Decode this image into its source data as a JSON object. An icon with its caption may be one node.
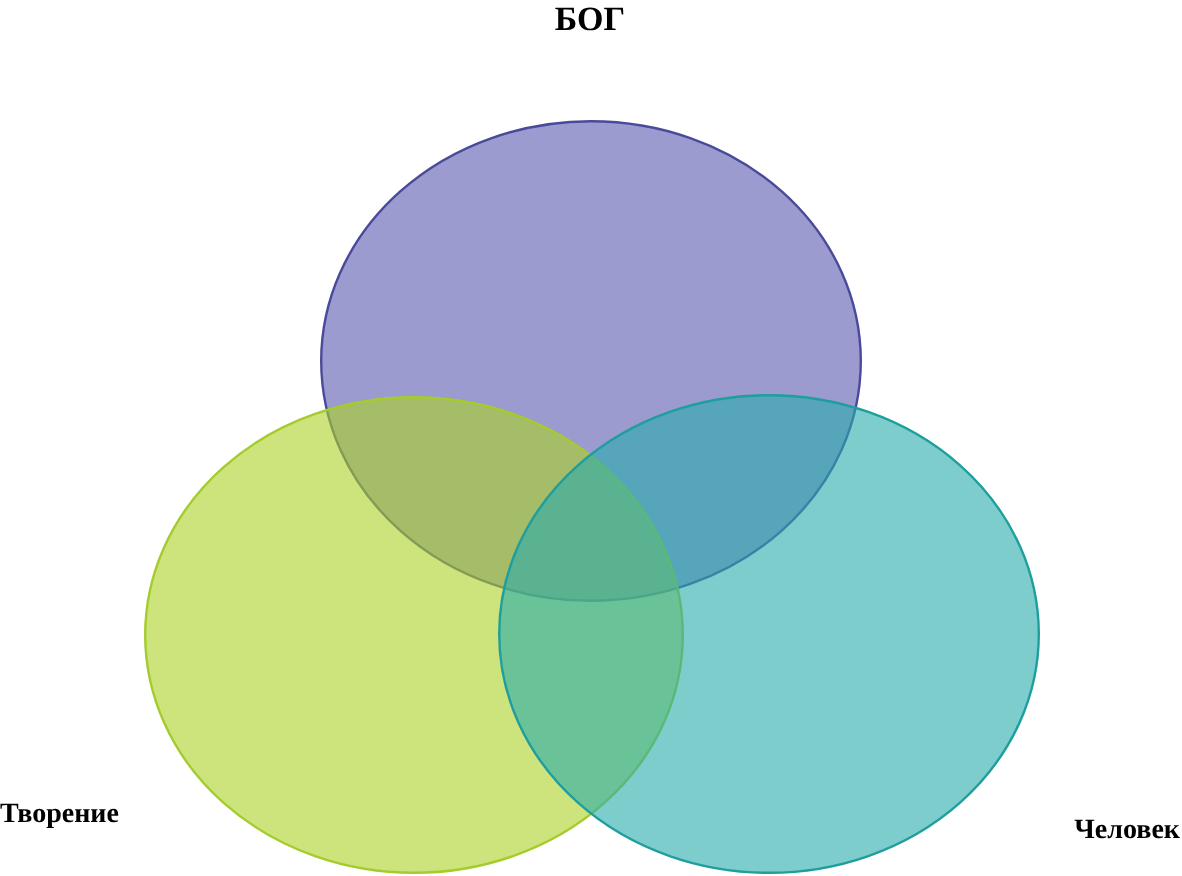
{
  "diagram": {
    "nodes": [
      {
        "text": [
          "БОГ"
        ]
      },
      {
        "text": [
          "Творение"
        ]
      },
      {
        "text": [
          "Человек"
        ]
      }
    ],
    "edges": []
  }
}
